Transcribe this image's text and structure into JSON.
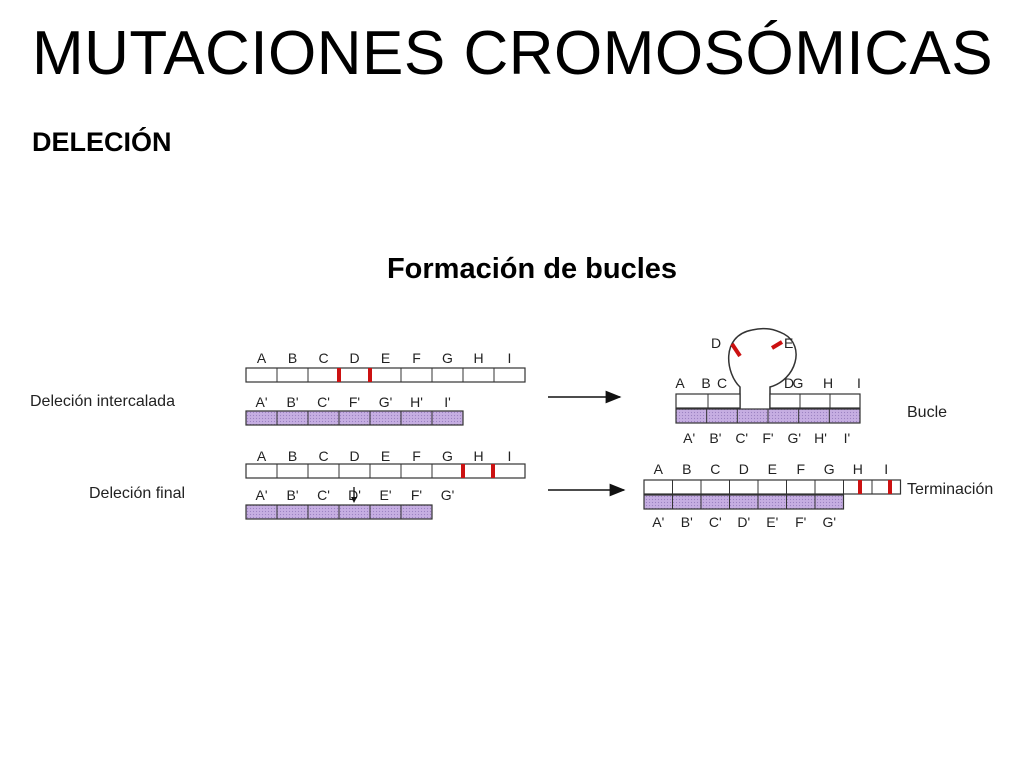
{
  "slide": {
    "title": "MUTACIONES CROMOSÓMICAS",
    "subtitle": "DELECIÓN",
    "figure_heading": "Formación de bucles"
  },
  "colors": {
    "chromatid": "#c6aee2",
    "breakpoint": "#cc1111",
    "outline": "#333333",
    "arrow": "#111111"
  },
  "labels": {
    "deletion_interstitial": "Deleción intercalada",
    "deletion_terminal": "Deleción final",
    "loop": "Bucle",
    "termination": "Terminación"
  },
  "rows": {
    "interstitial": {
      "before_top": [
        "A",
        "B",
        "C",
        "D",
        "E",
        "F",
        "G",
        "H",
        "I"
      ],
      "before_bottom": [
        "A'",
        "B'",
        "C'",
        "F'",
        "G'",
        "H'",
        "I'"
      ],
      "after_loop": [
        "D",
        "E"
      ],
      "after_top": [
        "A",
        "B",
        "C",
        "D",
        "G",
        "H",
        "I"
      ],
      "after_bottom": [
        "A'",
        "B'",
        "C'",
        "F'",
        "G'",
        "H'",
        "I'"
      ]
    },
    "terminal": {
      "before_top": [
        "A",
        "B",
        "C",
        "D",
        "E",
        "F",
        "G",
        "H",
        "I"
      ],
      "before_bottom": [
        "A'",
        "B'",
        "C'",
        "D'",
        "E'",
        "F'",
        "G'"
      ],
      "after_top": [
        "A",
        "B",
        "C",
        "D",
        "E",
        "F",
        "G",
        "H",
        "I"
      ],
      "after_bottom": [
        "A'",
        "B'",
        "C'",
        "D'",
        "E'",
        "F'",
        "G'"
      ]
    }
  }
}
